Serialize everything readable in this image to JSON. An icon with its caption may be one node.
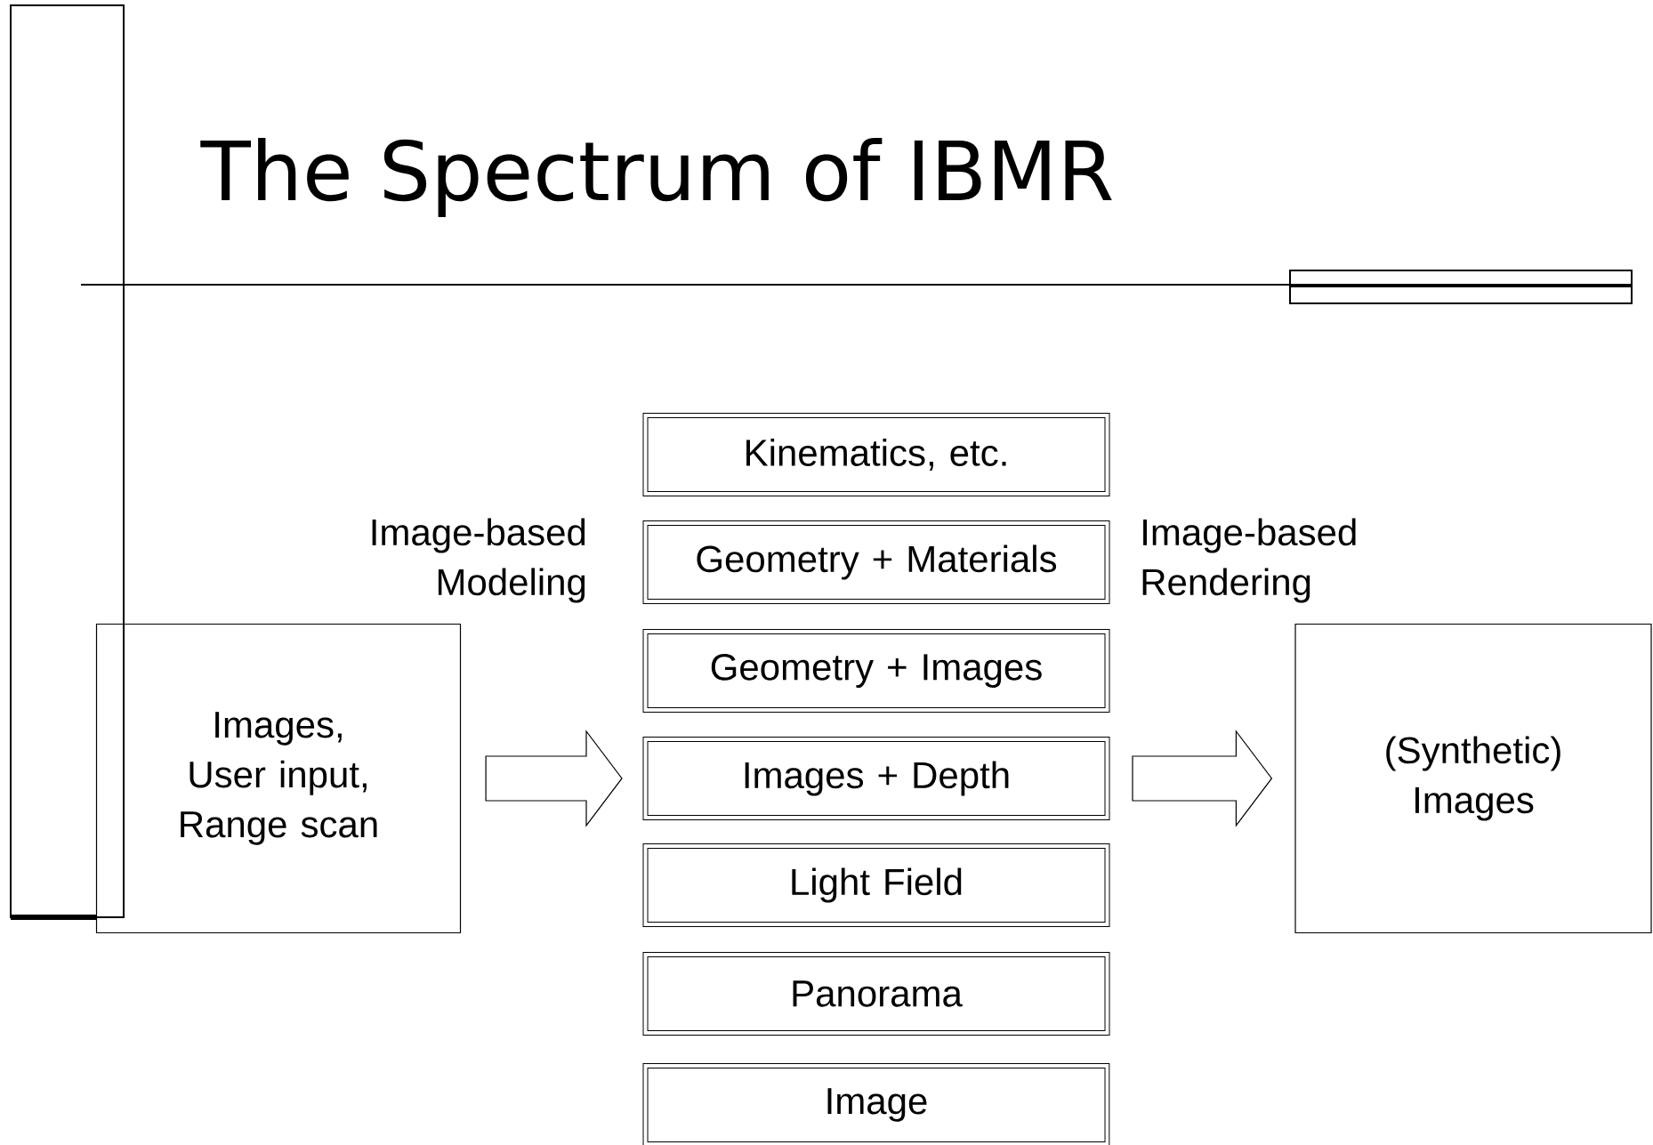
{
  "diagram": {
    "title": "The Spectrum of IBMR",
    "nodes": [
      {
        "text": [
          "Images, User input, Range scan"
        ]
      },
      {
        "text": [
          "Kinematics, etc."
        ]
      },
      {
        "text": [
          "Geometry + Materials"
        ]
      },
      {
        "text": [
          "Geometry + Images"
        ]
      },
      {
        "text": [
          "Images + Depth"
        ]
      },
      {
        "text": [
          "Light Field"
        ]
      },
      {
        "text": [
          "Panorama"
        ]
      },
      {
        "text": [
          "Image"
        ]
      },
      {
        "text": [
          "(Synthetic) Images"
        ]
      }
    ],
    "edges": [
      {
        "from": 0,
        "to": 4,
        "arrow": "to",
        "label": "Image-based Modeling"
      },
      {
        "from": 4,
        "to": 8,
        "arrow": "to",
        "label": "Image-based Rendering"
      }
    ]
  }
}
